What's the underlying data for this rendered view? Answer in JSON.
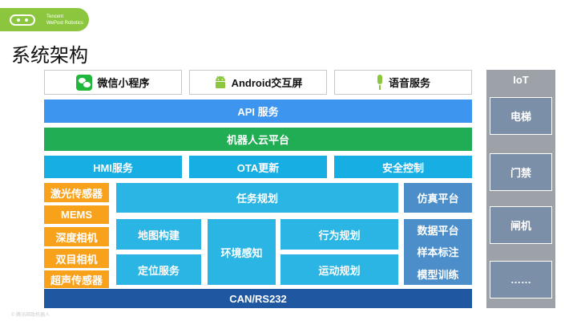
{
  "header": {
    "logo_line1": "Tencent",
    "logo_line2": "WePost Robotics",
    "title": "系统架构"
  },
  "top_apps": [
    {
      "label": "微信小程序",
      "icon": "wechat-icon"
    },
    {
      "label": "Android交互屏",
      "icon": "android-icon"
    },
    {
      "label": "语音服务",
      "icon": "microphone-icon"
    }
  ],
  "layers": {
    "api": "API 服务",
    "cloud": "机器人云平台",
    "services": [
      "HMI服务",
      "OTA更新",
      "安全控制"
    ]
  },
  "sensors": [
    "激光传感器",
    "MEMS",
    "深度相机",
    "双目相机",
    "超声传感器"
  ],
  "core": {
    "task_planning": "任务规划",
    "simulation": "仿真平台",
    "map_building": "地图构建",
    "localization": "定位服务",
    "perception": "环境感知",
    "behavior_planning": "行为规划",
    "motion_planning": "运动规划",
    "data_platform": [
      "数据平台",
      "样本标注",
      "模型训练"
    ]
  },
  "bus": "CAN/RS232",
  "iot": {
    "title": "IoT",
    "items": [
      "电梯",
      "门禁",
      "闸机",
      "……"
    ]
  },
  "footer": "© 腾讯邮政机器人",
  "colors": {
    "brand_green": "#8cc63f",
    "api_blue": "#3d95f0",
    "cloud_green": "#21ad53",
    "service_cyan": "#16aee3",
    "sensor_orange": "#f8a21c",
    "bus_navy": "#1f57a0",
    "iot_gray": "#9da2a9"
  }
}
